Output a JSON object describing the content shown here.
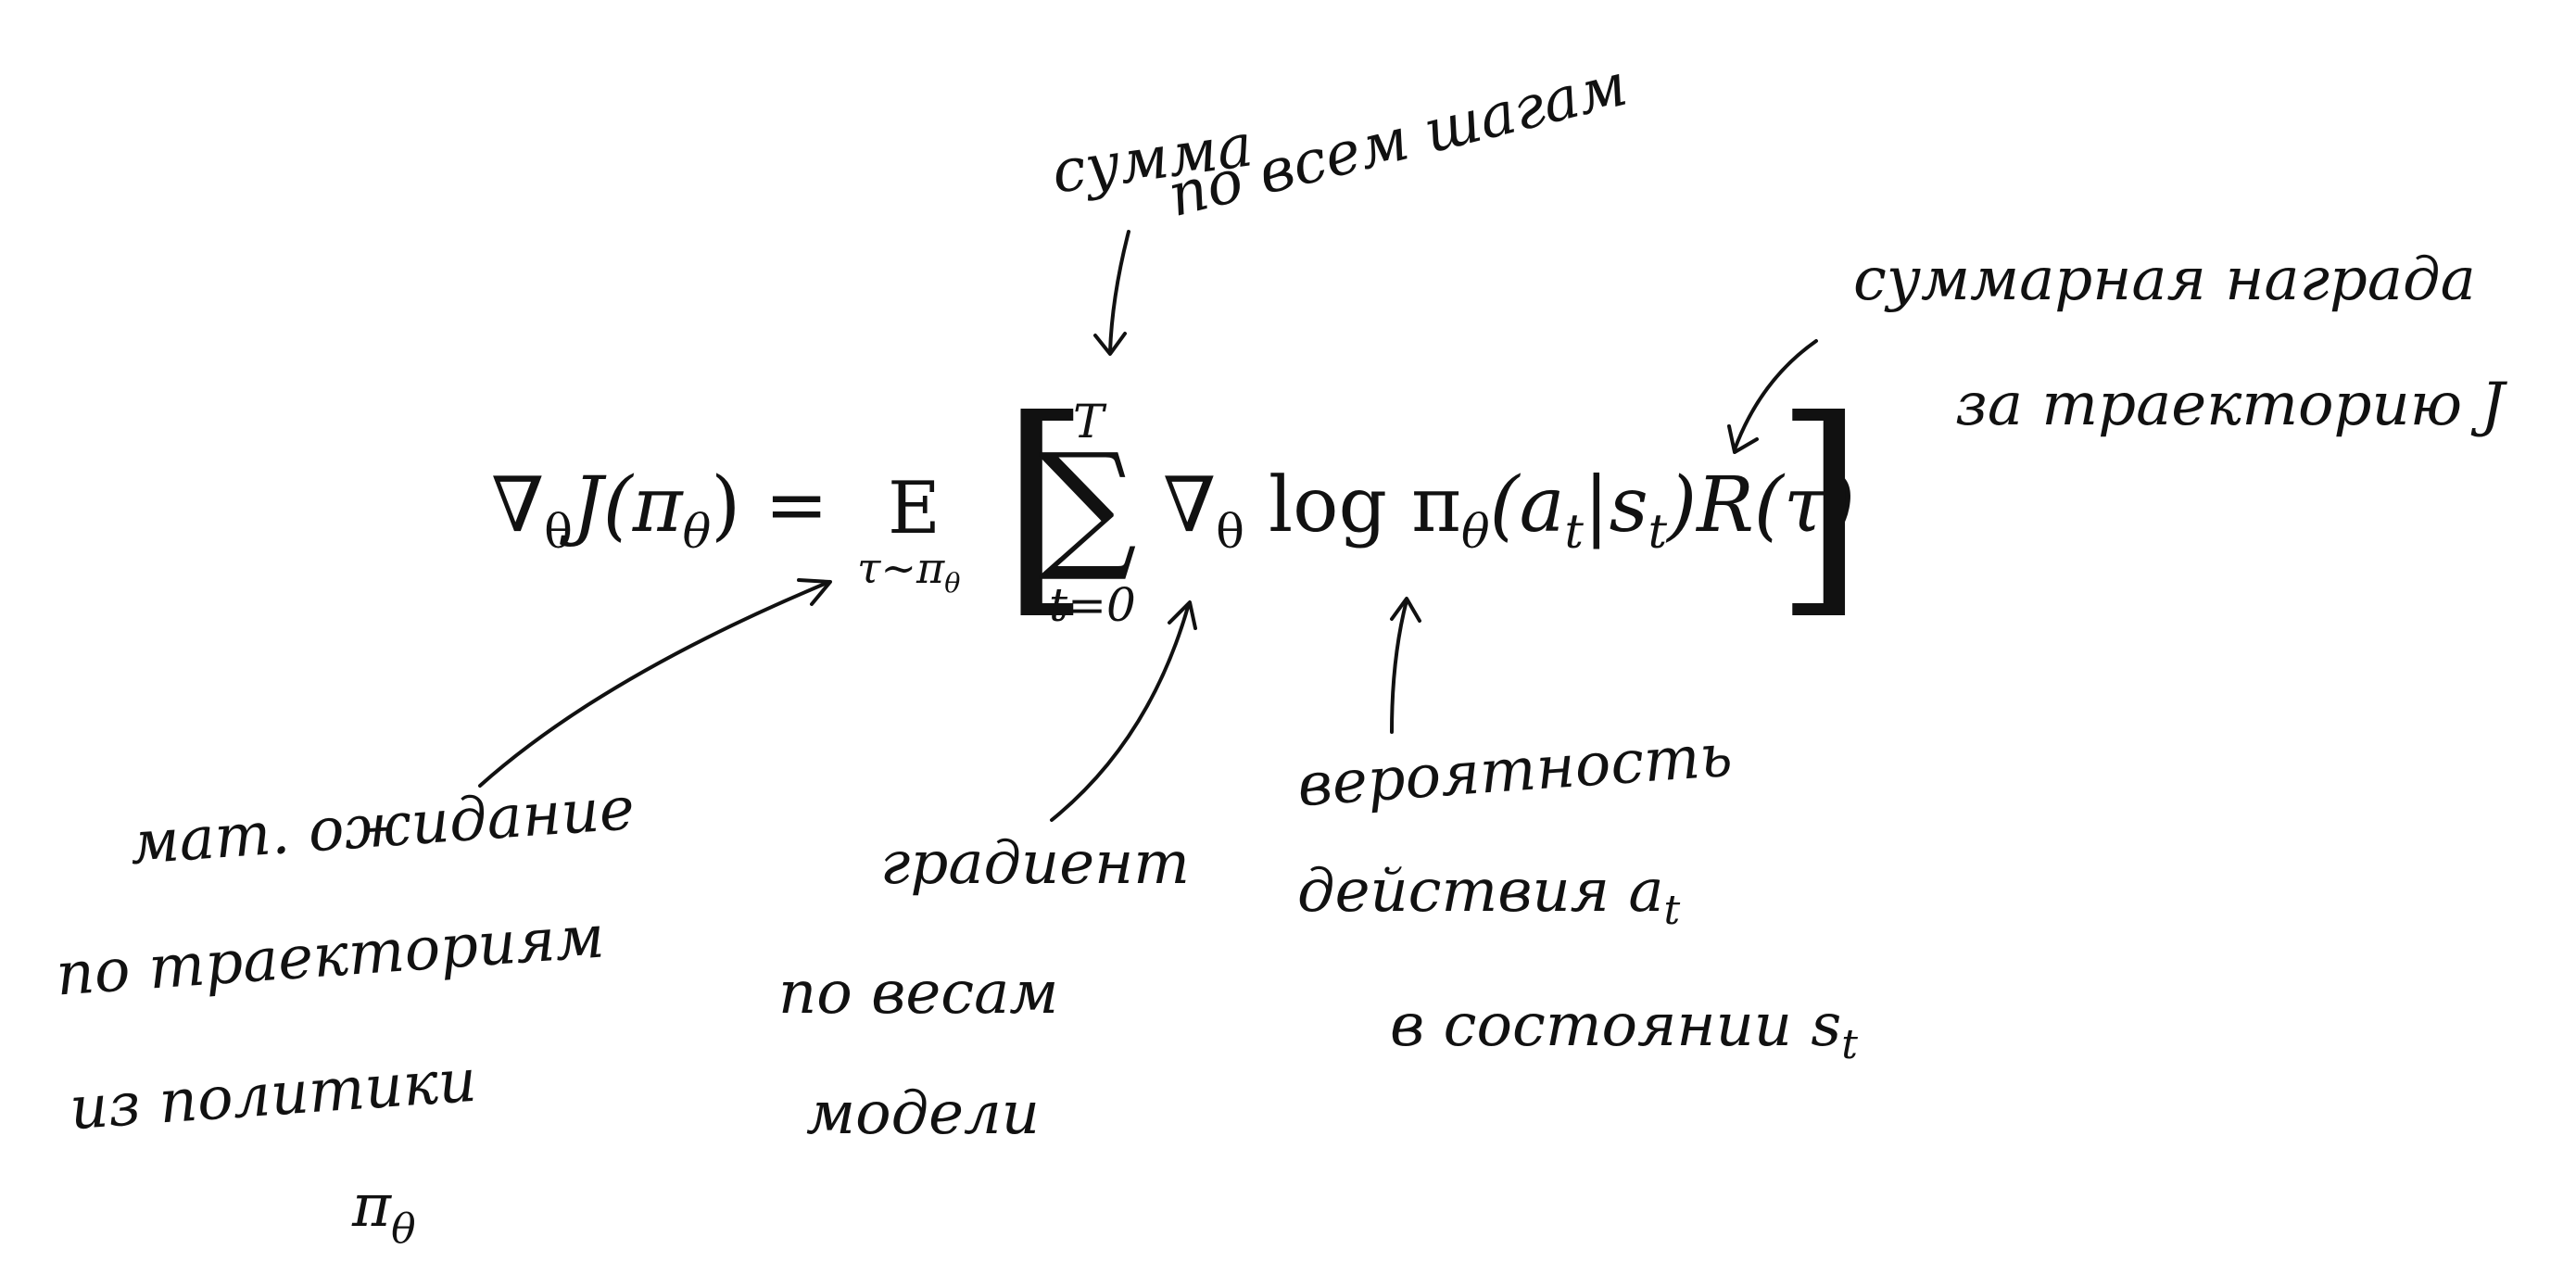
{
  "formula": {
    "lhs_grad": "∇",
    "lhs_theta": "θ",
    "lhs_J": "J(π",
    "lhs_theta2": "θ",
    "lhs_close": ") =",
    "expect_E": "E",
    "expect_sub": "τ∼π",
    "expect_sub_theta": "θ",
    "bracket_left": "[",
    "sum_sigma": "∑",
    "sum_upper": "T",
    "sum_lower": "t=0",
    "grad2": "∇",
    "grad2_theta": "θ",
    "log_text": "log π",
    "log_theta": "θ",
    "args_open": "(a",
    "args_t": "t",
    "args_bar": "|s",
    "args_t2": "t",
    "args_close": ")R(τ)",
    "bracket_right": "]"
  },
  "notes": {
    "sum_steps": [
      "сумма",
      "по всем шагам"
    ],
    "total_reward": [
      "суммарная награда",
      "за траекторию J"
    ],
    "expectation": [
      "мат. ожидание",
      "по траекториям",
      "из политики",
      "π",
      "θ"
    ],
    "gradient": [
      "градиент",
      "по весам",
      "модели"
    ],
    "probability": [
      "вероятность",
      "действия a",
      "t",
      "в состоянии s",
      "t"
    ]
  },
  "colors": {
    "ink": "#111111",
    "background": "#ffffff"
  }
}
